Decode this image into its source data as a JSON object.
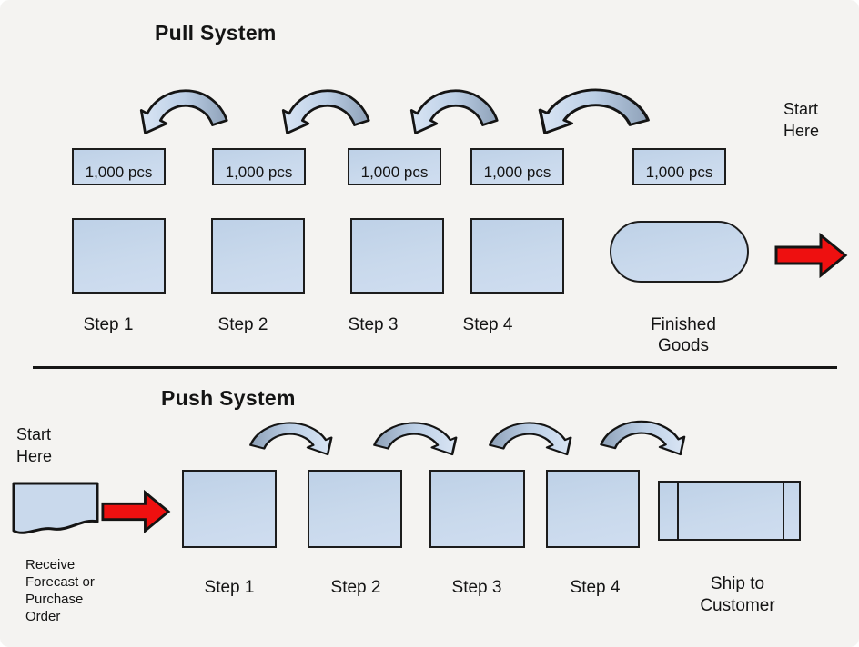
{
  "colors": {
    "background": "#f4f3f1",
    "shape_fill": "#c9d9ec",
    "shape_border": "#1c1c1c",
    "curved_arrow_light": "#d9e5f4",
    "curved_arrow_dark": "#8ea1b8",
    "red_arrow": "#ee1010",
    "text": "#141414"
  },
  "pull_system": {
    "title": "Pull System",
    "start_label": "Start\nHere",
    "inventory_boxes": [
      "1,000 pcs",
      "1,000 pcs",
      "1,000 pcs",
      "1,000 pcs",
      "1,000 pcs"
    ],
    "step_labels": [
      "Step 1",
      "Step 2",
      "Step 3",
      "Step 4"
    ],
    "finished_goods_label": "Finished\nGoods"
  },
  "push_system": {
    "title": "Push System",
    "start_label": "Start\nHere",
    "receive_label": "Receive\nForecast or\nPurchase\nOrder",
    "step_labels": [
      "Step 1",
      "Step 2",
      "Step 3",
      "Step 4"
    ],
    "ship_label": "Ship to\nCustomer"
  }
}
